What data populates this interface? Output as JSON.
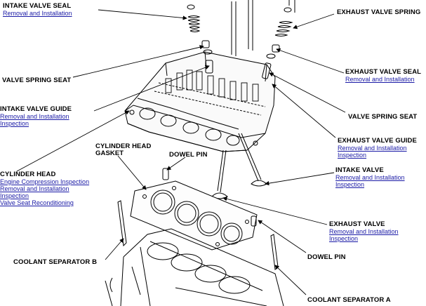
{
  "callouts": {
    "intake_valve_seal": {
      "title": "INTAKE VALVE SEAL",
      "links": [
        "Removal and Installation"
      ]
    },
    "exhaust_valve_spring": {
      "title": "EXHAUST VALVE SPRING"
    },
    "valve_spring_seat_left": {
      "title": "VALVE SPRING SEAT"
    },
    "exhaust_valve_seal": {
      "title": "EXHAUST VALVE SEAL",
      "links": [
        "Removal and Installation"
      ]
    },
    "intake_valve_guide": {
      "title": "INTAKE VALVE GUIDE",
      "links": [
        "Removal and Installation",
        "Inspection"
      ]
    },
    "valve_spring_seat_right": {
      "title": "VALVE SPRING SEAT"
    },
    "exhaust_valve_guide": {
      "title": "EXHAUST VALVE GUIDE",
      "links": [
        "Removal and Installation",
        "Inspection"
      ]
    },
    "cylinder_head_gasket": {
      "title_line1": "CYLINDER HEAD",
      "title_line2": "GASKET"
    },
    "dowel_pin_top": {
      "title": "DOWEL PIN"
    },
    "cylinder_head": {
      "title": "CYLINDER HEAD",
      "links": [
        "Engine Compression Inspection",
        "Removal and Installation",
        "Inspection",
        "Valve Seat Reconditioning"
      ]
    },
    "intake_valve": {
      "title": "INTAKE VALVE",
      "links": [
        "Removal and Installation",
        "Inspection"
      ]
    },
    "exhaust_valve": {
      "title": "EXHAUST VALVE",
      "links": [
        "Removal and Installation",
        "Inspection"
      ]
    },
    "coolant_separator_b": {
      "title": "COOLANT SEPARATOR B"
    },
    "dowel_pin_bottom": {
      "title": "DOWEL PIN"
    },
    "coolant_separator_a": {
      "title": "COOLANT SEPARATOR A"
    }
  },
  "colors": {
    "link": "#1a1aa6",
    "text": "#000000",
    "line": "#000000"
  }
}
